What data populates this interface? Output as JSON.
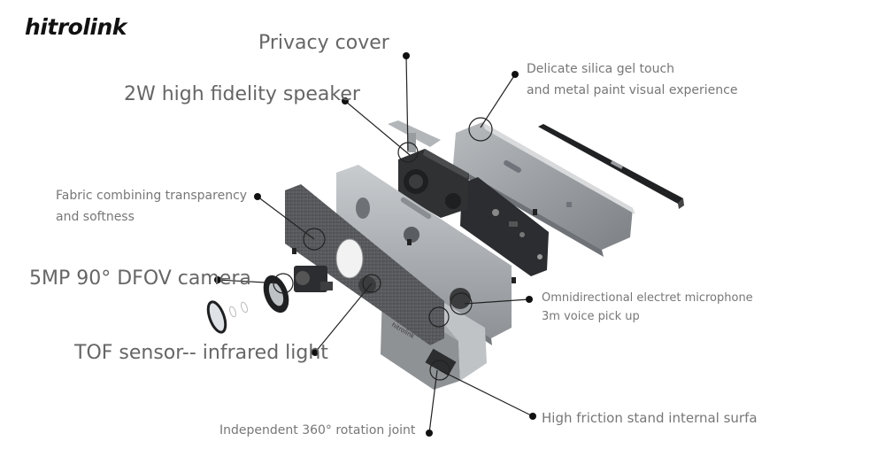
{
  "brand": {
    "logo_text": "hitrolink"
  },
  "labels": {
    "privacy_cover": "Privacy cover",
    "speaker": "2W high fidelity speaker",
    "fabric_line1": "Fabric combining transparency",
    "fabric_line2": "and softness",
    "camera": "5MP 90° DFOV camera",
    "tof": "TOF sensor-- infrared light",
    "rotation": "Independent 360° rotation joint",
    "silica_line1": "Delicate silica gel touch",
    "silica_line2": "and metal paint visual experience",
    "mic_line1": "Omnidirectional electret microphone",
    "mic_line2": "3m voice pick up",
    "friction": "High friction stand internal surfa"
  },
  "colors": {
    "text": "#777777",
    "leader": "#222222",
    "shell": "#a9adb0",
    "fabric": "#55575a",
    "dark": "#2a2c2e"
  }
}
